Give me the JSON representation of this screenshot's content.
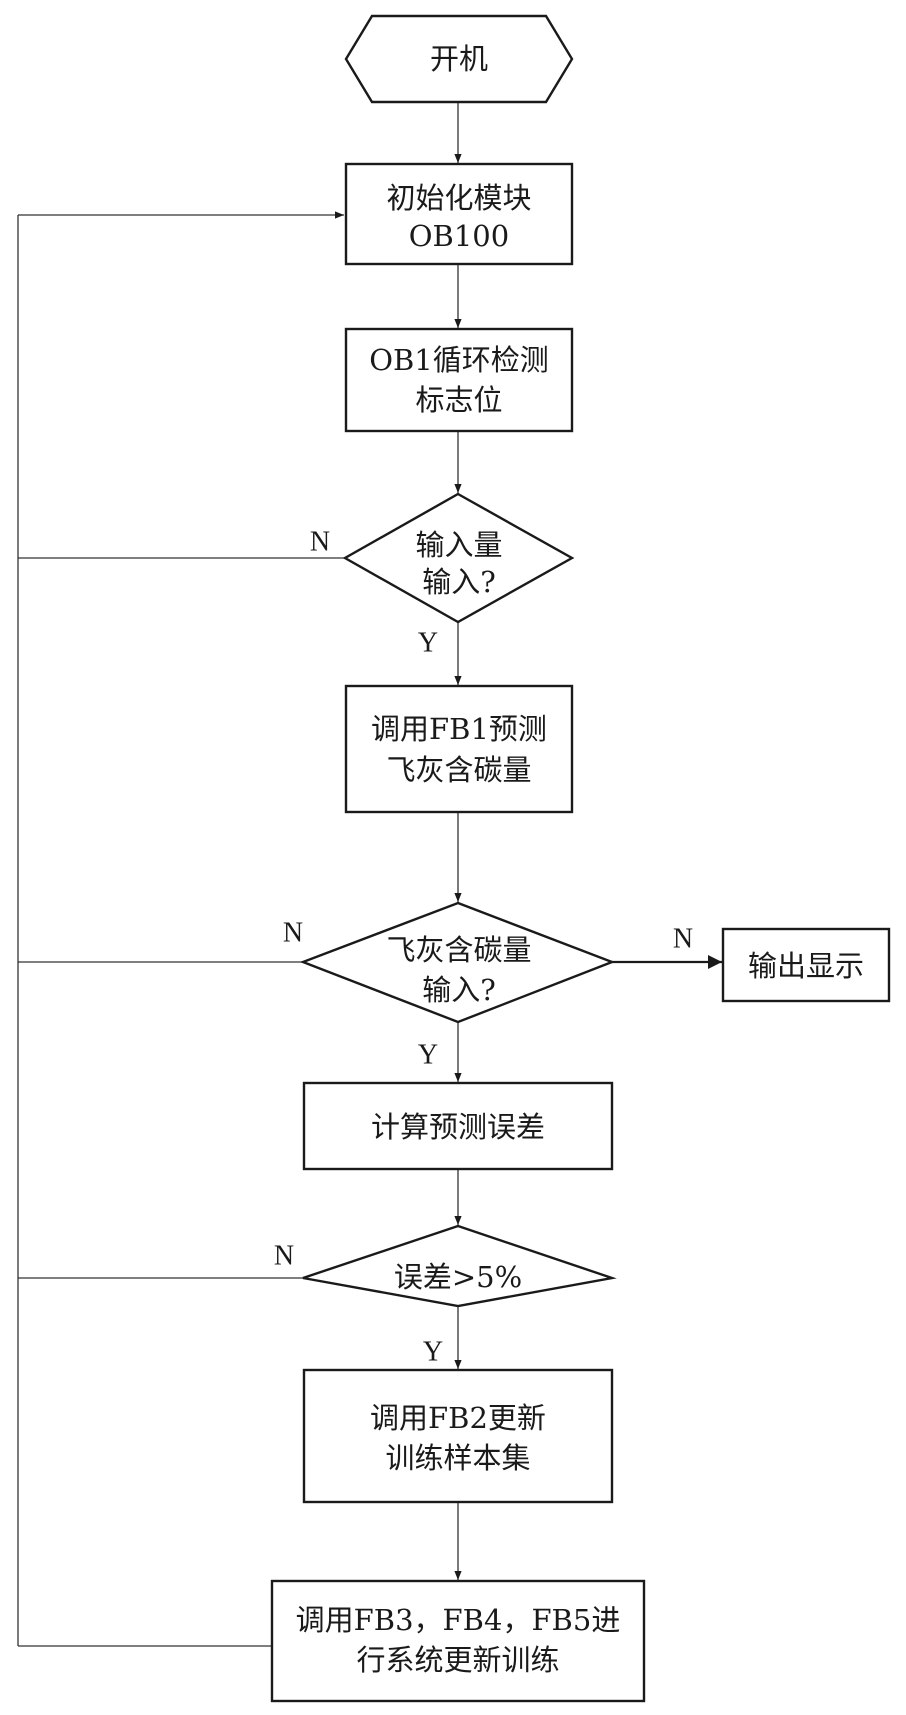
{
  "nodes": {
    "start": {
      "text": "开机"
    },
    "init": {
      "line1": "初始化模块",
      "line2": "OB100"
    },
    "ob1": {
      "line1": "OB1循环检测",
      "line2": "标志位"
    },
    "dec_input": {
      "line1": "输入量",
      "line2": "输入?"
    },
    "predict": {
      "line1": "调用FB1预测",
      "line2": "飞灰含碳量"
    },
    "dec_carbon": {
      "line1": "飞灰含碳量",
      "line2": "输入?"
    },
    "output": {
      "text": "输出显示"
    },
    "calc_error": {
      "text": "计算预测误差"
    },
    "dec_error": {
      "text": "误差>5%"
    },
    "update_samples": {
      "line1": "调用FB2更新",
      "line2": "训练样本集"
    },
    "retrain": {
      "line1": "调用FB3，FB4，FB5进",
      "line2": "行系统更新训练"
    }
  },
  "labels": {
    "yes": "Y",
    "no": "N"
  },
  "colors": {
    "stroke": "#1a1a1a",
    "background": "#ffffff"
  }
}
